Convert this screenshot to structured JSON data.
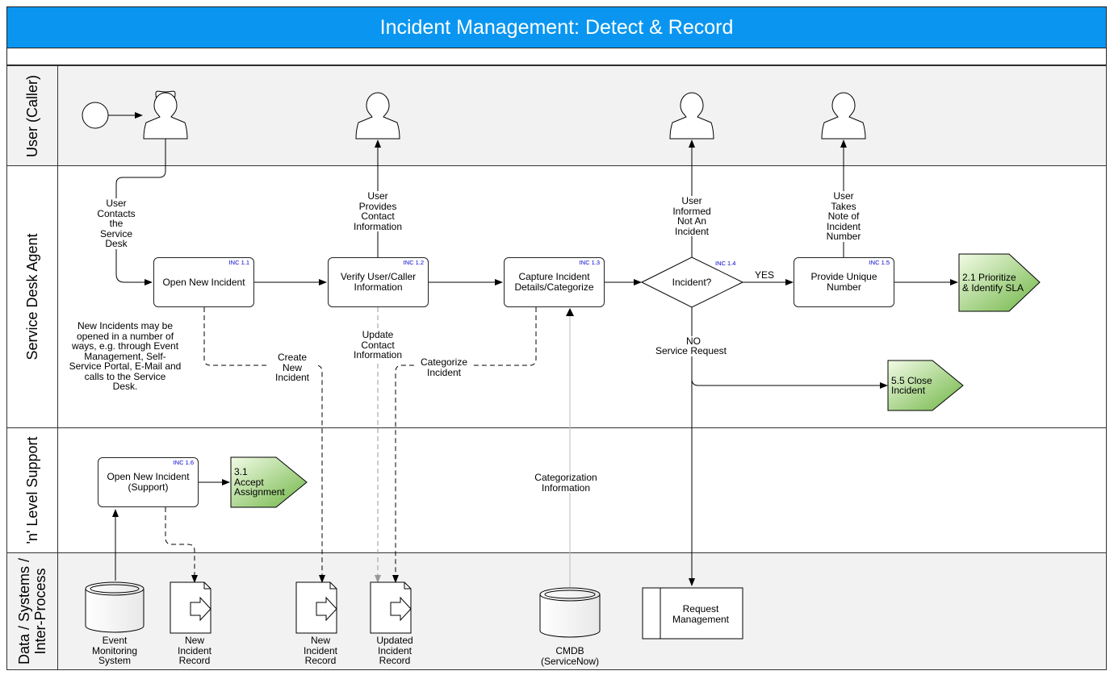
{
  "title": "Incident Management: Detect & Record",
  "lanes": {
    "user": "User (Caller)",
    "agent": "Service Desk Agent",
    "support": "'n' Level Support",
    "data_line1": "Data / Systems /",
    "data_line2": "Inter-Process"
  },
  "steps": {
    "inc11": {
      "label": "Open New Incident",
      "id": "INC 1.1"
    },
    "inc12": {
      "label1": "Verify User/Caller",
      "label2": "Information",
      "id": "INC 1.2"
    },
    "inc13": {
      "label1": "Capture Incident",
      "label2": "Details/Categorize",
      "id": "INC 1.3"
    },
    "inc14": {
      "label": "Incident?",
      "id": "INC 1.4"
    },
    "inc15": {
      "label1": "Provide Unique",
      "label2": "Number",
      "id": "INC 1.5"
    },
    "inc16": {
      "label1": "Open New Incident",
      "label2": "(Support)",
      "id": "INC 1.6"
    }
  },
  "offpage": {
    "prioritize": {
      "line1": "2.1 Prioritize",
      "line2": "& Identify SLA"
    },
    "close": {
      "line1": "5.5 Close",
      "line2": "Incident"
    },
    "accept": {
      "line1": "3.1",
      "line2": "Accept",
      "line3": "Assignment"
    }
  },
  "labels": {
    "user_contacts": [
      "User",
      "Contacts",
      "the",
      "Service",
      "Desk"
    ],
    "user_provides": [
      "User",
      "Provides",
      "Contact",
      "Information"
    ],
    "user_informed": [
      "User",
      "Informed",
      "Not An",
      "Incident"
    ],
    "user_takes_note": [
      "User",
      "Takes",
      "Note of",
      "Incident",
      "Number"
    ],
    "yes": "YES",
    "no": "NO",
    "service_request": "Service Request",
    "note": [
      "New Incidents may be",
      "opened in a number of",
      "ways, e.g. through Event",
      "Management, Self-",
      "Service Portal, E-Mail and",
      "calls to the Service",
      "Desk."
    ],
    "create_new_incident": [
      "Create",
      "New",
      "Incident"
    ],
    "update_contact": [
      "Update",
      "Contact",
      "Information"
    ],
    "categorize_incident": [
      "Categorize",
      "Incident"
    ],
    "categorization_info": [
      "Categorization",
      "Information"
    ]
  },
  "data_objects": {
    "event_monitoring": [
      "Event",
      "Monitoring",
      "System"
    ],
    "new_record_1": [
      "New",
      "Incident",
      "Record"
    ],
    "new_record_2": [
      "New",
      "Incident",
      "Record"
    ],
    "updated_record": [
      "Updated",
      "Incident",
      "Record"
    ],
    "cmdb": [
      "CMDB",
      "(ServiceNow)"
    ],
    "request_mgmt": [
      "Request",
      "Management"
    ]
  },
  "colors": {
    "title_bg": "#0a96f0",
    "lane_grey": "#f2f2f2",
    "offpage_green_light": "#eaf7d6",
    "offpage_green_dark": "#7cbf52",
    "id_blue": "#0000cc"
  }
}
